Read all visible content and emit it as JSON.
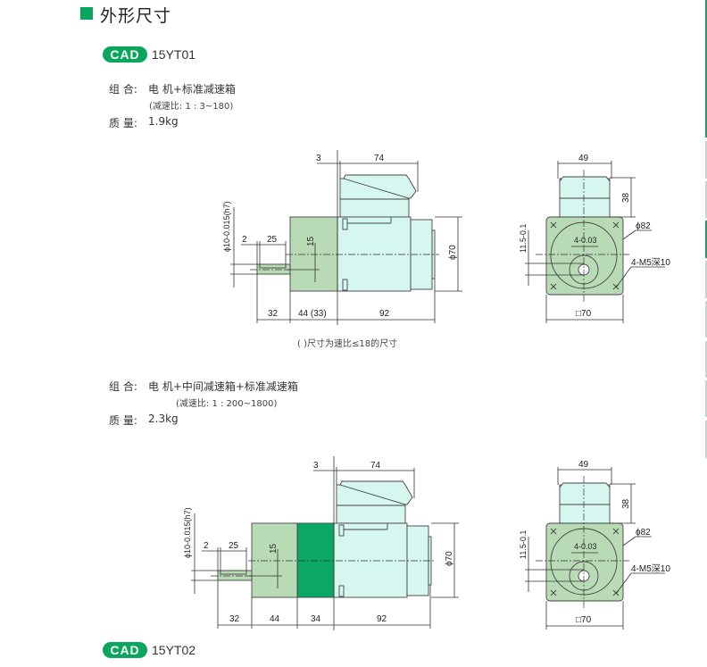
{
  "section": {
    "title": "外形尺寸"
  },
  "colors": {
    "accent": "#0aa65e",
    "gearbox": "#b8dbb5",
    "intermediate_gearbox": "#0aa864",
    "motor": "#d6f7f0"
  },
  "block1": {
    "cad_label": "CAD",
    "model": "15YT01",
    "combo_label": "组 合:",
    "combo_value": "电 机+标准减速箱",
    "ratio": "(减速比: 1 : 3~180)",
    "mass_label": "质 量:",
    "mass_value": "1.9kg",
    "dims": {
      "d3": "3",
      "d74": "74",
      "d2": "2",
      "d25": "25",
      "d15": "15",
      "d32": "32",
      "d44": "44 (33)",
      "d92": "92",
      "phi70": "ϕ70",
      "shaft": "ϕ10-0.015(h7)",
      "d49": "49",
      "d38": "38",
      "phi82": "ϕ82",
      "key": "4-0.03",
      "d115": "11.5-0.1",
      "tap": "4-M5深10",
      "sq70": "□70"
    },
    "note": "( )尺寸为速比≤18的尺寸"
  },
  "block2": {
    "combo_label": "组 合:",
    "combo_value": "电 机+中间减速箱+标准减速箱",
    "ratio": "(减速比: 1 : 200~1800)",
    "mass_label": "质 量:",
    "mass_value": "2.3kg",
    "dims": {
      "d3": "3",
      "d74": "74",
      "d2": "2",
      "d25": "25",
      "d15": "15",
      "d32": "32",
      "d44": "44",
      "d34": "34",
      "d92": "92",
      "phi70": "ϕ70",
      "shaft": "ϕ10-0.015(h7)",
      "d49": "49",
      "d38": "38",
      "phi82": "ϕ82",
      "key": "4-0.03",
      "d115": "11.5-0.1",
      "tap": "4-M5深10",
      "sq70": "□70"
    }
  },
  "block3": {
    "cad_label": "CAD",
    "model": "15YT02"
  }
}
